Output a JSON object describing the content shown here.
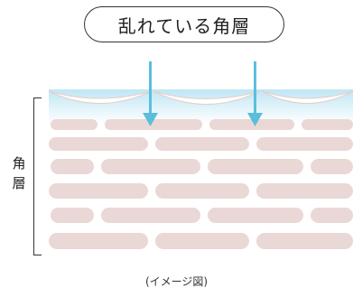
{
  "title": "乱れている角層",
  "side_label_chars": [
    "角",
    "層"
  ],
  "caption": "(イメージ図)",
  "colors": {
    "cell": "#ead8d6",
    "surface_top": "#bfe6f4",
    "surface_bottom": "#ffffff",
    "arrow": "#5bbfdc",
    "outline": "#333333"
  }
}
